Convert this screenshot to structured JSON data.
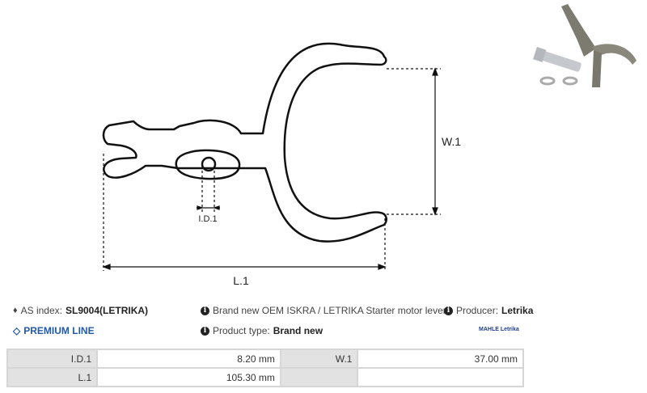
{
  "drawing": {
    "labels": {
      "id1": "I.D.1",
      "w1": "W.1",
      "l1": "L.1"
    }
  },
  "info": {
    "as_index_label": "AS index:",
    "as_index_value": "SL9004(LETRIKA)",
    "description": "Brand new OEM ISKRA / LETRIKA Starter motor lever",
    "producer_label": "Producer:",
    "producer_value": "Letrika",
    "premium_line": "PREMIUM LINE",
    "product_type_label": "Product type:",
    "product_type_value": "Brand new",
    "brand_logo": "MAHLE Letrika"
  },
  "specs": {
    "rows": [
      [
        {
          "label": "I.D.1",
          "value": "8.20 mm"
        },
        {
          "label": "W.1",
          "value": "37.00 mm"
        }
      ],
      [
        {
          "label": "L.1",
          "value": "105.30 mm"
        },
        {
          "label": "",
          "value": ""
        }
      ]
    ]
  },
  "colors": {
    "accent": "#1f5aa8",
    "table_label_bg": "#e2e2e2",
    "table_border": "#d6d6d6"
  }
}
